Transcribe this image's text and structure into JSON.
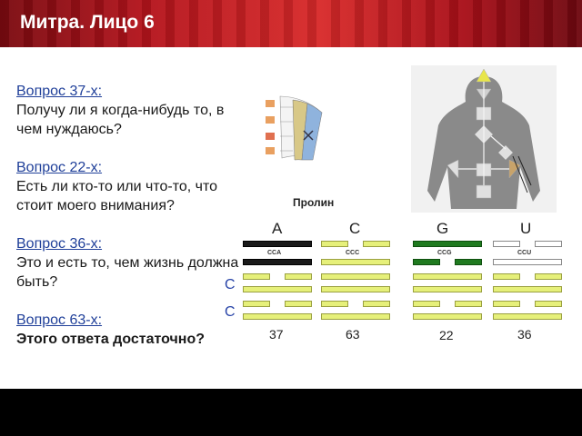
{
  "title": "Митра. Лицо 6",
  "questions": [
    {
      "label": "Вопрос 37-х:",
      "answer": "Получу ли я когда-нибудь то, в чем нуждаюсь?",
      "bold": false
    },
    {
      "label": "Вопрос 22-х:",
      "answer": "Есть ли кто-то или что-то, что стоит моего внимания?",
      "bold": false
    },
    {
      "label": "Вопрос 36-х:",
      "answer": "Это и есть то, чем жизнь должна быть?",
      "bold": false
    },
    {
      "label": "Вопрос 63-х:",
      "answer": "Этого ответа достаточно?",
      "bold": true
    }
  ],
  "diagram": {
    "prolin_label": "Пролин",
    "row_letters": [
      "C",
      "C"
    ],
    "columns": [
      {
        "letter": "A",
        "code": "CCA",
        "number": "37",
        "color": "#1a1a1a"
      },
      {
        "letter": "C",
        "code": "CCC",
        "number": "63",
        "color": "#e6f07a"
      },
      {
        "letter": "G",
        "code": "CCG",
        "number": "22",
        "color": "#1f7a1f"
      },
      {
        "letter": "U",
        "code": "CCU",
        "number": "36",
        "color": "#ffffff"
      }
    ]
  },
  "colors": {
    "accent": "#b4141c",
    "question_label": "#1f3f99",
    "row_letter": "#2945a8"
  }
}
